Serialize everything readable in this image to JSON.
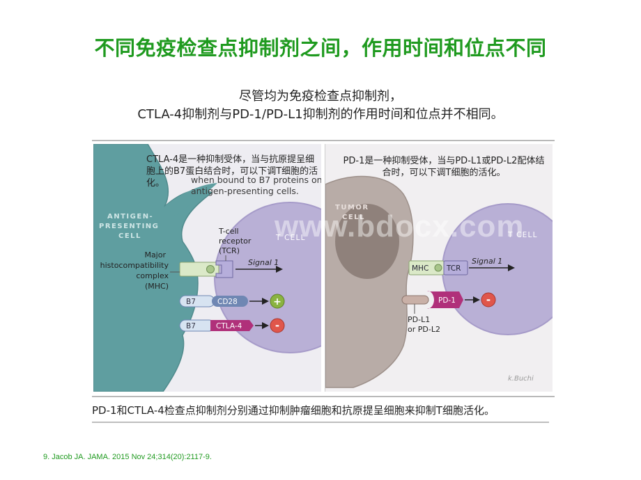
{
  "slide": {
    "title": "不同免疫检查点抑制剂之间，作用时间和位点不同",
    "subtitle_line1": "尽管均为免疫检查点抑制剂，",
    "subtitle_line2": "CTLA-4抑制剂与PD-1/PD-L1抑制剂的作用时间和位点并不相同。",
    "caption": "PD-1和CTLA-4检查点抑制剂分别通过抑制肿瘤细胞和抗原提呈细胞来抑制T细胞活化。",
    "citation": "9. Jacob JA. JAMA. 2015 Nov 24;314(20):2117-9."
  },
  "figure": {
    "watermark": "www.bdocx.com",
    "left_panel": {
      "overlay_cn": "CTLA-4是一种抑制受体，当与抗原提呈细胞上的B7蛋白结合时，可以下调T细胞的活化。",
      "overlay_en": "when bound to B7 proteins on antigen-presenting cells.",
      "antigen_cell_label_1": "ANTIGEN-",
      "antigen_cell_label_2": "PRESENTING",
      "antigen_cell_label_3": "CELL",
      "t_cell_label": "T CELL",
      "tcr_label_1": "T-cell",
      "tcr_label_2": "receptor",
      "tcr_label_3": "(TCR)",
      "mhc_label_1": "Major",
      "mhc_label_2": "histocompatibility",
      "mhc_label_3": "complex",
      "mhc_label_4": "(MHC)",
      "signal_label": "Signal 1",
      "b7_label_1": "B7",
      "cd28_label": "CD28",
      "b7_label_2": "B7",
      "ctla4_label": "CTLA-4",
      "plus_sign": "+",
      "minus_sign": "-"
    },
    "right_panel": {
      "overlay_cn": "PD-1是一种抑制受体，当与PD-L1或PD-L2配体结合时，可以下调T细胞的活化。",
      "tumor_cell_label_1": "TUMOR",
      "tumor_cell_label_2": "CELL",
      "t_cell_label": "T CELL",
      "mhc_label": "MHC",
      "tcr_label": "TCR",
      "signal_label": "Signal 1",
      "pd1_label": "PD-1",
      "pdl_label_1": "PD-L1",
      "pdl_label_2": "or PD-L2",
      "minus_sign": "-",
      "signature": "k.Buchi"
    },
    "colors": {
      "antigen_cell": "#5f9ea0",
      "t_cell": "#b9b0d6",
      "tumor_cell": "#b8aca7",
      "tumor_nucleus": "#8f817b",
      "ctla4_magenta": "#b0307a",
      "cd28_blue": "#6f87b3",
      "plus_green": "#8ab340",
      "minus_red": "#e0564b",
      "title_green": "#1f9a1f"
    }
  }
}
